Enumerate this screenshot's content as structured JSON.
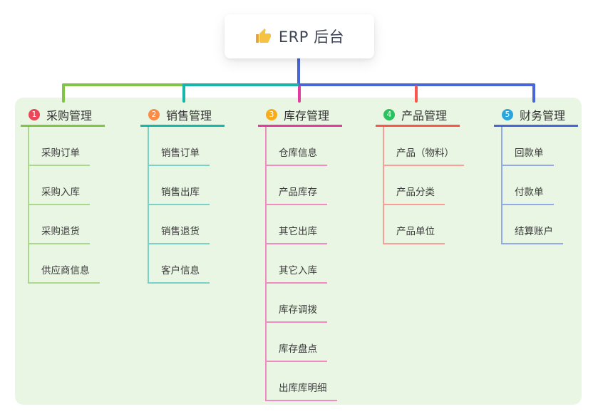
{
  "root": {
    "label": "ERP 后台",
    "icon": "thumbs-up-icon",
    "icon_color": "#f6c242",
    "card_background": "#ffffff"
  },
  "canvas": {
    "background": "#ffffff",
    "panel_background": "#e9f6e3"
  },
  "connectors": {
    "root_stub_color": "#4866d9"
  },
  "branches": [
    {
      "index": "1",
      "label": "采购管理",
      "badge_color": "#ec4659",
      "line_color": "#82c445",
      "child_line_color": "#abd98c",
      "children": [
        "采购订单",
        "采购入库",
        "采购退货",
        "供应商信息"
      ]
    },
    {
      "index": "2",
      "label": "销售管理",
      "badge_color": "#fa8c48",
      "line_color": "#16b6aa",
      "child_line_color": "#7ad1c8",
      "children": [
        "销售订单",
        "销售出库",
        "销售退货",
        "客户信息"
      ]
    },
    {
      "index": "3",
      "label": "库存管理",
      "badge_color": "#f9ac18",
      "line_color": "#e23d9c",
      "child_line_color": "#f08cc2",
      "children": [
        "仓库信息",
        "产品库存",
        "其它出库",
        "其它入库",
        "库存调拨",
        "库存盘点",
        "出库库明细"
      ]
    },
    {
      "index": "4",
      "label": "产品管理",
      "badge_color": "#2dc060",
      "line_color": "#f9564e",
      "child_line_color": "#fa9d96",
      "children": [
        "产品（物料）",
        "产品分类",
        "产品单位"
      ]
    },
    {
      "index": "5",
      "label": "财务管理",
      "badge_color": "#2ba5dc",
      "line_color": "#4866d9",
      "child_line_color": "#94a9e9",
      "children": [
        "回款单",
        "付款单",
        "结算账户"
      ]
    }
  ]
}
